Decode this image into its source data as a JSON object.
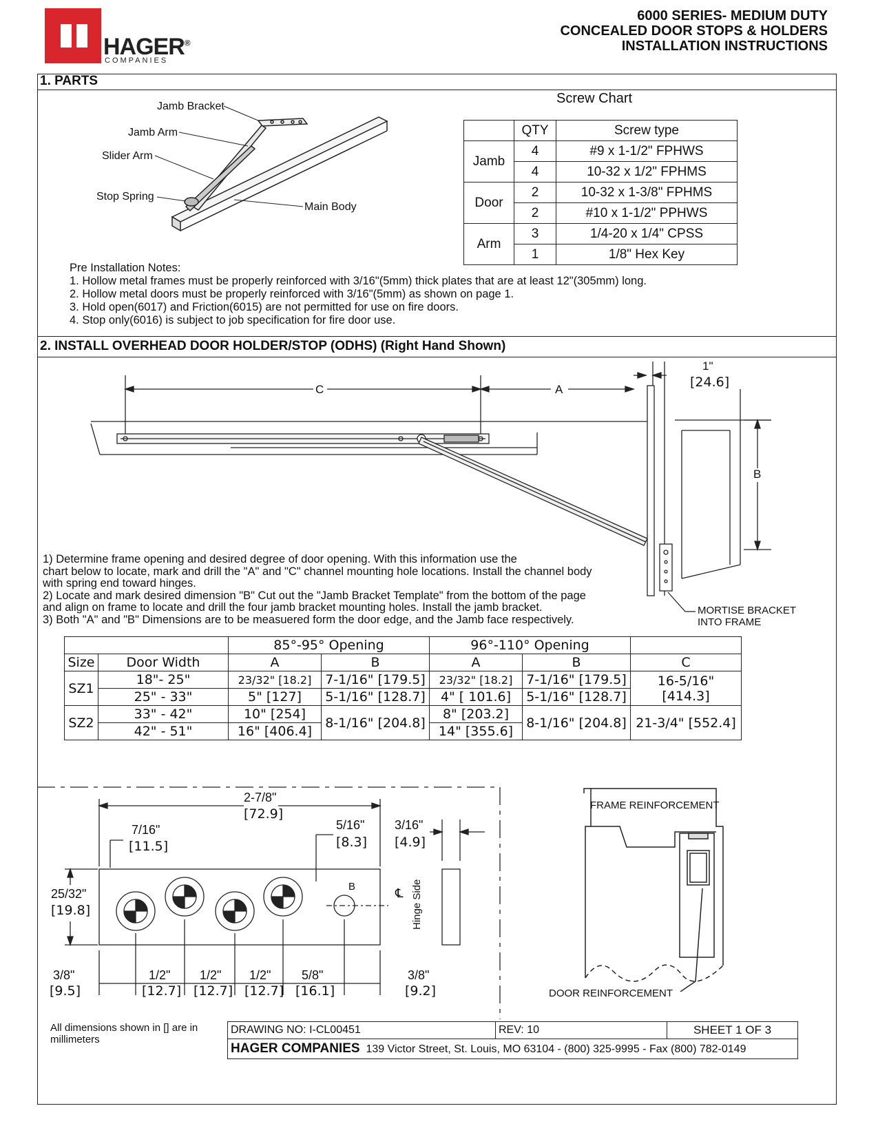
{
  "logo": {
    "word": "HAGER",
    "sub": "COMPANIES",
    "reg": "®"
  },
  "header": {
    "line1": "6000 SERIES- MEDIUM DUTY",
    "line2": "CONCEALED DOOR STOPS & HOLDERS",
    "line3": "INSTALLATION INSTRUCTIONS"
  },
  "parts": {
    "heading": "1. PARTS",
    "labels": {
      "jamb_bracket": "Jamb Bracket",
      "jamb_arm": "Jamb Arm",
      "slider_arm": "Slider Arm",
      "stop_spring": "Stop Spring",
      "main_body": "Main Body"
    },
    "screw_chart": {
      "title": "Screw Chart",
      "col_qty": "QTY",
      "col_type": "Screw type",
      "groups": [
        {
          "name": "Jamb",
          "rows": [
            {
              "qty": "4",
              "type": "#9 x 1-1/2\" FPHWS"
            },
            {
              "qty": "4",
              "type": "10-32 x 1/2\" FPHMS"
            }
          ]
        },
        {
          "name": "Door",
          "rows": [
            {
              "qty": "2",
              "type": "10-32 x 1-3/8\" FPHMS"
            },
            {
              "qty": "2",
              "type": "#10 x 1-1/2\" PPHWS"
            }
          ]
        },
        {
          "name": "Arm",
          "rows": [
            {
              "qty": "3",
              "type": "1/4-20 x 1/4\" CPSS"
            },
            {
              "qty": "1",
              "type": "1/8\" Hex Key"
            }
          ]
        }
      ]
    },
    "notes": [
      "Pre Installation Notes:",
      "1. Hollow metal frames must be properly reinforced with 3/16\"(5mm) thick plates that are at least 12\"(305mm) long.",
      "2. Hollow metal doors must be properly reinforced with 3/16\"(5mm) as shown on page 1.",
      "3. Hold open(6017) and Friction(6015) are not permitted for use on fire doors.",
      "4. Stop only(6016) is subject to job specification for fire door use."
    ]
  },
  "install": {
    "heading": "2. INSTALL OVERHEAD DOOR HOLDER/STOP (ODHS) (Right Hand Shown)",
    "dims": {
      "c": "C",
      "a": "A",
      "b": "B",
      "one_in": "1\"",
      "one_mm": "[24.6]"
    },
    "mortise": [
      "MORTISE BRACKET",
      "INTO FRAME"
    ],
    "steps": [
      "1) Determine frame opening and desired degree of door opening. With this information use the",
      "chart below to locate, mark and drill the \"A\" and \"C\" channel mounting hole locations. Install the channel body",
      "with spring end toward hinges.",
      "2) Locate and mark desired dimension \"B\"  Cut out the \"Jamb Bracket Template\" from the bottom of the page",
      "and align on frame to locate and drill the four jamb bracket mounting holes. Install the jamb bracket.",
      "3) Both \"A\" and \"B\" Dimensions are to be measuered form the door edge, and the Jamb face respectively."
    ],
    "table": {
      "open1": "85°-95° Opening",
      "open2": "96°-110° Opening",
      "size": "Size",
      "door_width": "Door Width",
      "a": "A",
      "b": "B",
      "c": "C",
      "sz1": "SZ1",
      "sz2": "SZ2",
      "r1": [
        "18\"- 25\"",
        "23/32\" [18.2]",
        "7-1/16\" [179.5]",
        "23/32\" [18.2]",
        "7-1/16\" [179.5]"
      ],
      "r2": [
        "25\" - 33\"",
        "5\" [127]",
        "5-1/16\" [128.7]",
        "4\" [ 101.6]",
        "5-1/16\" [128.7]"
      ],
      "c_sz1": "16-5/16\" [414.3]",
      "r3": [
        "33\" - 42\"",
        "10\" [254]",
        "8\" [203.2]"
      ],
      "r4": [
        "42\" - 51\"",
        "16\" [406.4]",
        "14\" [355.6]"
      ],
      "b_sz2_1": "8-1/16\" [204.8]",
      "b_sz2_2": "8-1/16\" [204.8]",
      "c_sz2": "21-3/4\" [552.4]"
    }
  },
  "template": {
    "overall_in": "2-7/8\"",
    "overall_mm": "[72.9]",
    "d716_in": "7/16\"",
    "d716_mm": "[11.5]",
    "d516_in": "5/16\"",
    "d516_mm": "[8.3]",
    "d316_in": "3/16\"",
    "d316_mm": "[4.9]",
    "h_in": "25/32\"",
    "h_mm": "[19.8]",
    "b": "B",
    "cl": "℄",
    "hinge": "Hinge Side",
    "bottom": [
      {
        "in": "3/8\"",
        "mm": "[9.5]"
      },
      {
        "in": "1/2\"",
        "mm": "[12.7]"
      },
      {
        "in": "1/2\"",
        "mm": "[12.7]"
      },
      {
        "in": "1/2\"",
        "mm": "[12.7]"
      },
      {
        "in": "5/8\"",
        "mm": "[16.1]"
      },
      {
        "in": "3/8\"",
        "mm": "[9.2]"
      }
    ]
  },
  "reinforce": {
    "frame": "FRAME REINFORCEMENT",
    "door": "DOOR REINFORCEMENT"
  },
  "footer": {
    "note": [
      "All dimensions shown in [] are in",
      "millimeters"
    ],
    "drawing": "DRAWING NO:  I-CL00451",
    "rev": "REV: 10",
    "sheet": "SHEET 1 OF 3",
    "company": "HAGER COMPANIES",
    "address": "139 Victor Street, St. Louis, MO 63104 - (800) 325-9995 - Fax (800) 782-0149"
  }
}
